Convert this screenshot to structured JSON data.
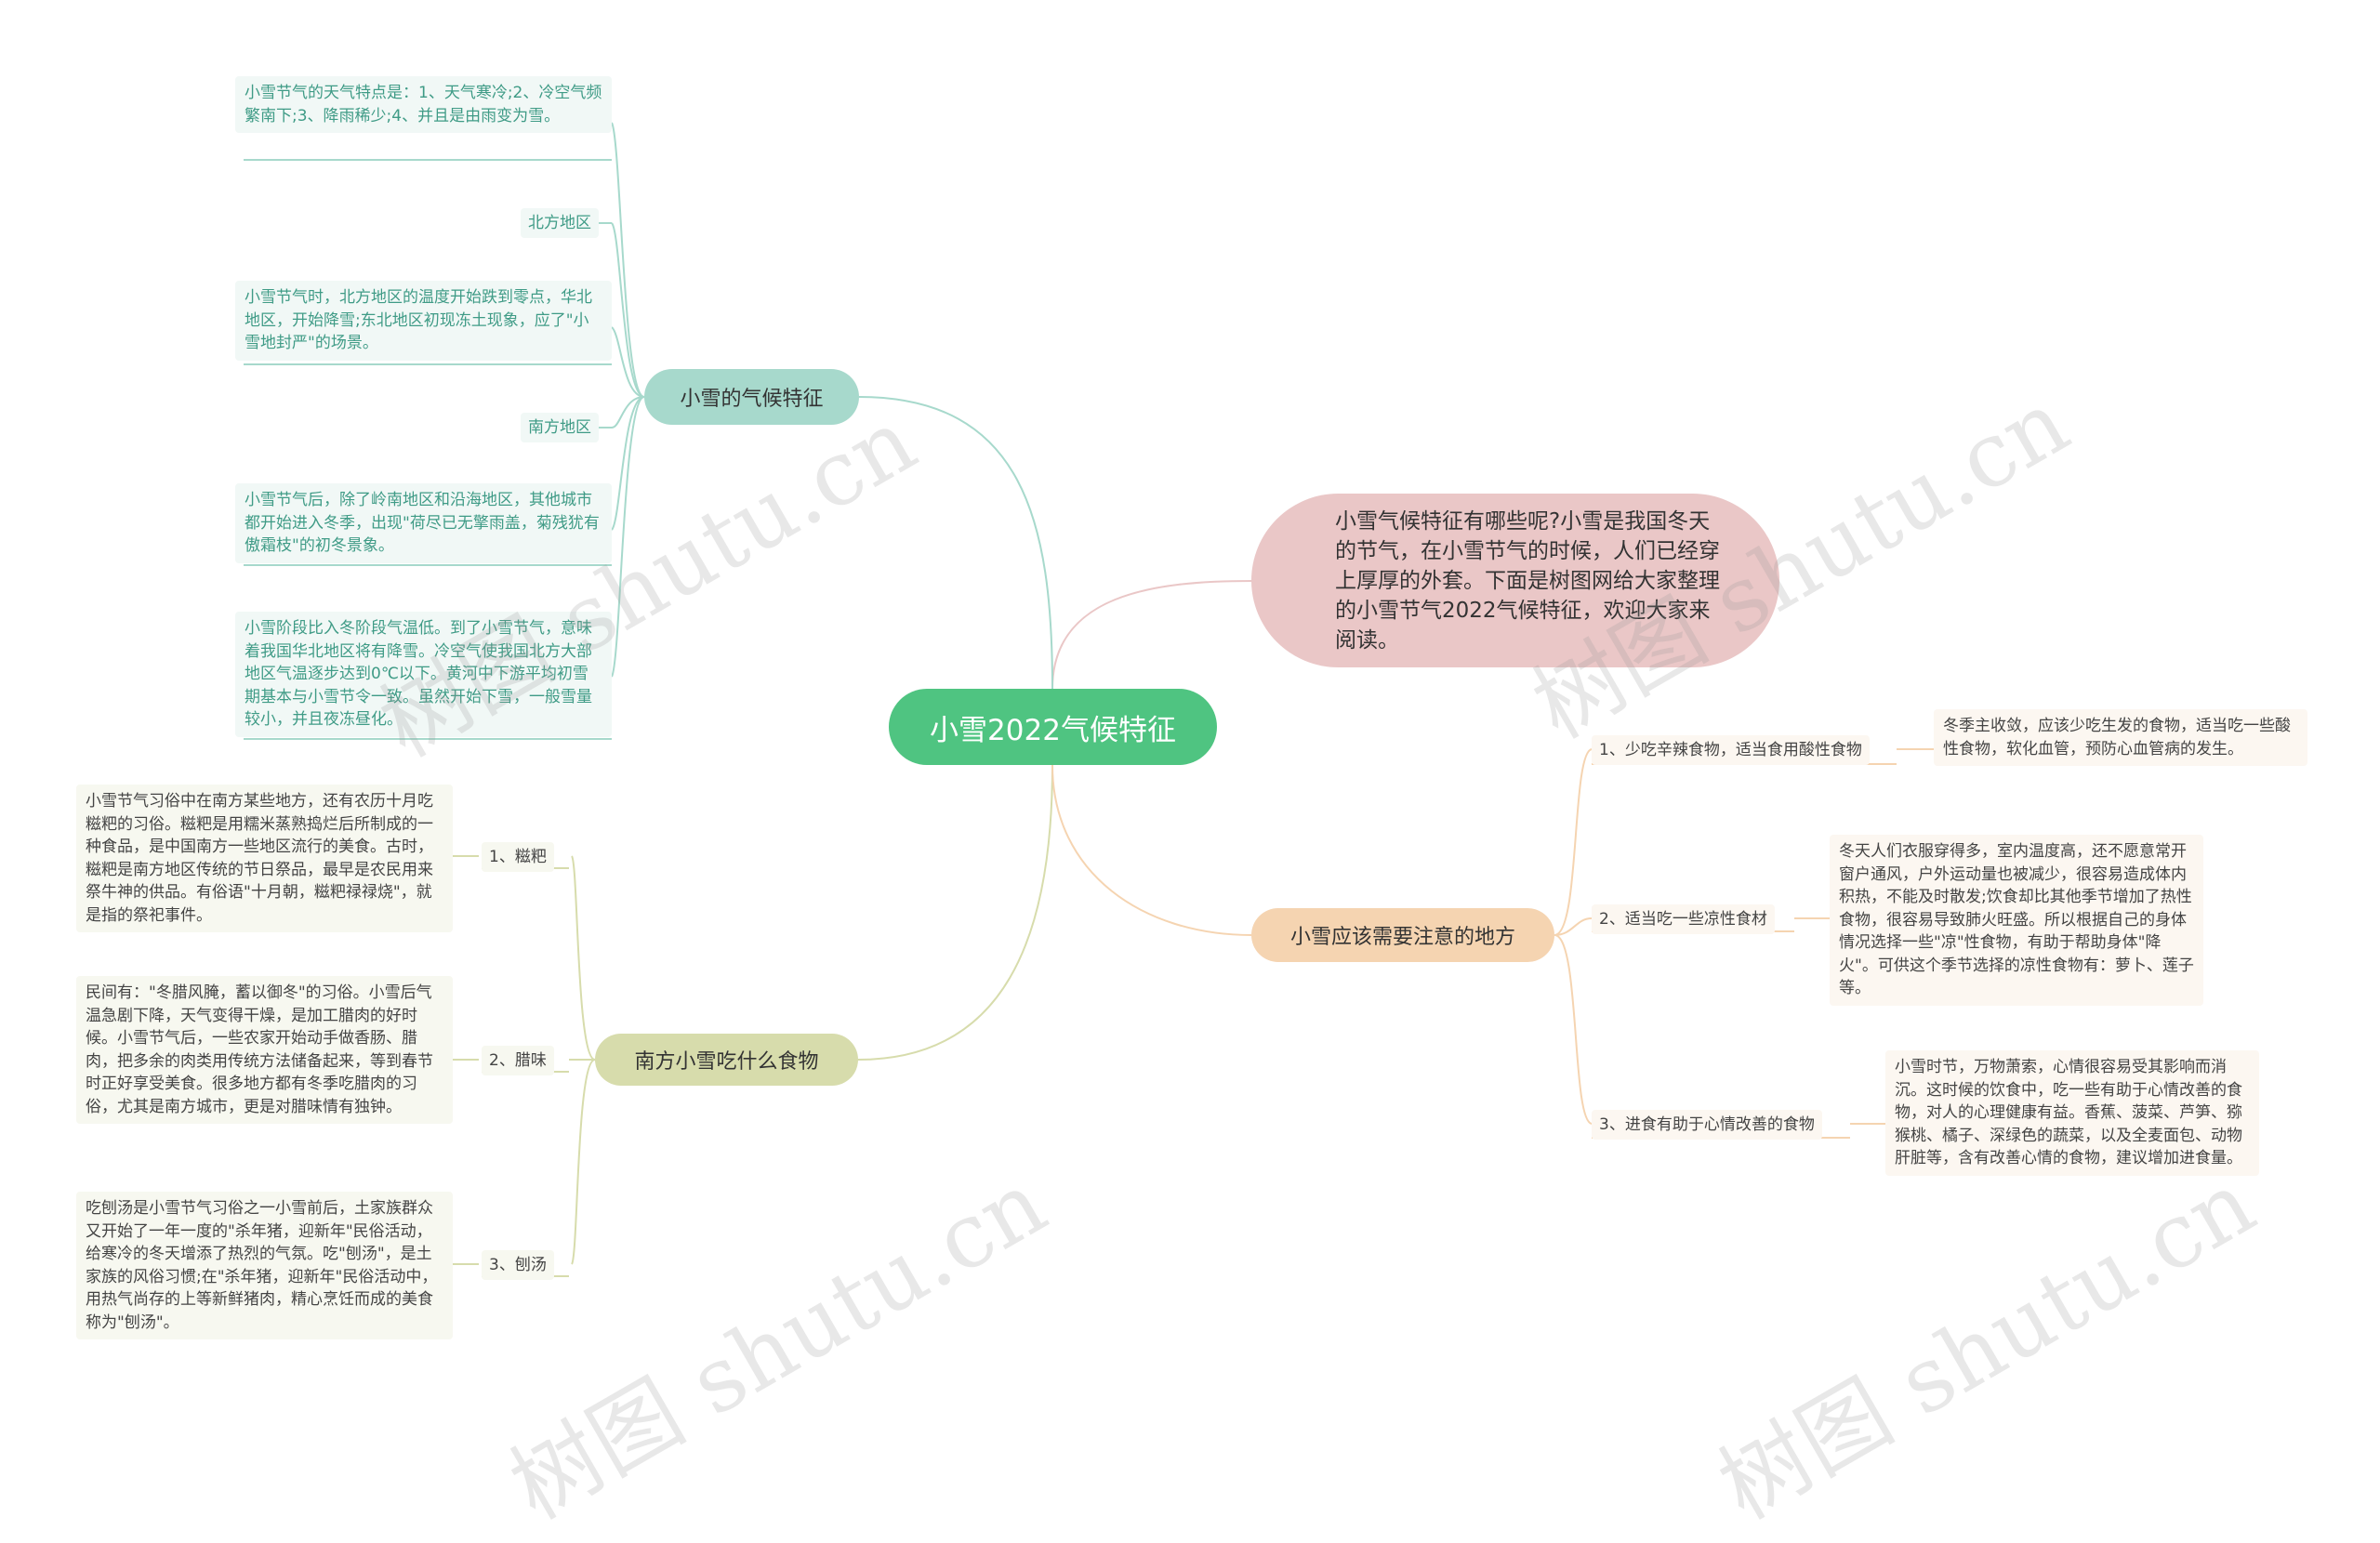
{
  "center": {
    "label": "小雪2022气候特征"
  },
  "intro": {
    "text": "小雪气候特征有哪些呢?小雪是我国冬天的节气，在小雪节气的时候，人们已经穿上厚厚的外套。下面是树图网给大家整理的小雪节气2022气候特征，欢迎大家来阅读。"
  },
  "branches": {
    "climate": {
      "label": "小雪的气候特征",
      "items": [
        "小雪节气的天气特点是：1、天气寒冷;2、冷空气频繁南下;3、降雨稀少;4、并且是由雨变为雪。",
        "北方地区",
        "小雪节气时，北方地区的温度开始跌到零点，华北地区，开始降雪;东北地区初现冻土现象，应了\"小雪地封严\"的场景。",
        "南方地区",
        "小雪节气后，除了岭南地区和沿海地区，其他城市都开始进入冬季，出现\"荷尽已无擎雨盖，菊残犹有傲霜枝\"的初冬景象。",
        "小雪阶段比入冬阶段气温低。到了小雪节气，意味着我国华北地区将有降雪。冷空气使我国北方大部地区气温逐步达到0℃以下。黄河中下游平均初雪期基本与小雪节令一致。虽然开始下雪，一般雪量较小，并且夜冻昼化。"
      ]
    },
    "food": {
      "label": "南方小雪吃什么食物",
      "items": [
        {
          "label": "1、糍粑",
          "text": "小雪节气习俗中在南方某些地方，还有农历十月吃糍粑的习俗。糍粑是用糯米蒸熟捣烂后所制成的一种食品，是中国南方一些地区流行的美食。古时，糍粑是南方地区传统的节日祭品，最早是农民用来祭牛神的供品。有俗语\"十月朝，糍粑禄禄烧\"，就是指的祭祀事件。"
        },
        {
          "label": "2、腊味",
          "text": "民间有：\"冬腊风腌，蓄以御冬\"的习俗。小雪后气温急剧下降，天气变得干燥，是加工腊肉的好时候。小雪节气后，一些农家开始动手做香肠、腊肉，把多余的肉类用传统方法储备起来，等到春节时正好享受美食。很多地方都有冬季吃腊肉的习俗，尤其是南方城市，更是对腊味情有独钟。"
        },
        {
          "label": "3、刨汤",
          "text": "吃刨汤是小雪节气习俗之一小雪前后，土家族群众又开始了一年一度的\"杀年猪，迎新年\"民俗活动，给寒冷的冬天增添了热烈的气氛。吃\"刨汤\"，是土家族的风俗习惯;在\"杀年猪，迎新年\"民俗活动中，用热气尚存的上等新鲜猪肉，精心烹饪而成的美食称为\"刨汤\"。"
        }
      ]
    },
    "attention": {
      "label": "小雪应该需要注意的地方",
      "items": [
        {
          "label": "1、少吃辛辣食物，适当食用酸性食物",
          "text": "冬季主收敛，应该少吃生发的食物，适当吃一些酸性食物，软化血管，预防心血管病的发生。"
        },
        {
          "label": "2、适当吃一些凉性食材",
          "text": "冬天人们衣服穿得多，室内温度高，还不愿意常开窗户通风，户外运动量也被减少，很容易造成体内积热，不能及时散发;饮食却比其他季节增加了热性食物，很容易导致肺火旺盛。所以根据自己的身体情况选择一些\"凉\"性食物，有助于帮助身体\"降火\"。可供这个季节选择的凉性食物有：萝卜、莲子等。"
        },
        {
          "label": "3、进食有助于心情改善的食物",
          "text": "小雪时节，万物萧索，心情很容易受其影响而消沉。这时候的饮食中，吃一些有助于心情改善的食物，对人的心理健康有益。香蕉、菠菜、芦笋、猕猴桃、橘子、深绿色的蔬菜，以及全麦面包、动物肝脏等，含有改善心情的食物，建议增加进食量。"
        }
      ]
    }
  },
  "watermark": "树图 shutu.cn",
  "colors": {
    "center": "#4fc481",
    "climate": "#a7d9cc",
    "food": "#d7dcac",
    "attention": "#f5d4b1",
    "intro": "#eac7c7"
  }
}
